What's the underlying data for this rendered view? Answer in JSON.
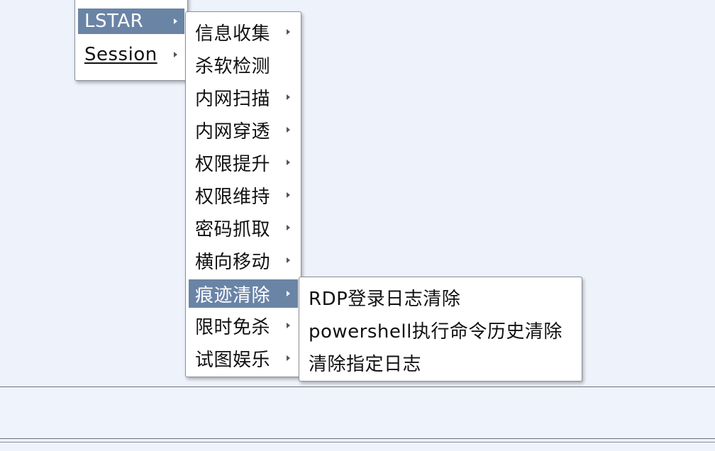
{
  "menu_main": {
    "items": [
      {
        "label": "LSTAR",
        "selected": true,
        "has_submenu": true
      },
      {
        "label": "Session",
        "selected": false,
        "has_submenu": true
      }
    ]
  },
  "menu_lstar": {
    "items": [
      {
        "label": "信息收集",
        "has_submenu": true
      },
      {
        "label": "杀软检测",
        "has_submenu": false
      },
      {
        "label": "内网扫描",
        "has_submenu": true
      },
      {
        "label": "内网穿透",
        "has_submenu": true
      },
      {
        "label": "权限提升",
        "has_submenu": true
      },
      {
        "label": "权限维持",
        "has_submenu": true
      },
      {
        "label": "密码抓取",
        "has_submenu": true
      },
      {
        "label": "横向移动",
        "has_submenu": true
      },
      {
        "label": "痕迹清除",
        "has_submenu": true,
        "selected": true
      },
      {
        "label": "限时免杀",
        "has_submenu": true
      },
      {
        "label": "试图娱乐",
        "has_submenu": true
      }
    ]
  },
  "menu_trace": {
    "items": [
      {
        "label": "RDP登录日志清除"
      },
      {
        "label": "powershell执行命令历史清除"
      },
      {
        "label": "清除指定日志"
      }
    ]
  },
  "colors": {
    "selection": "#6a84a6",
    "background": "#eef2fa",
    "menu_bg": "#ffffff"
  }
}
